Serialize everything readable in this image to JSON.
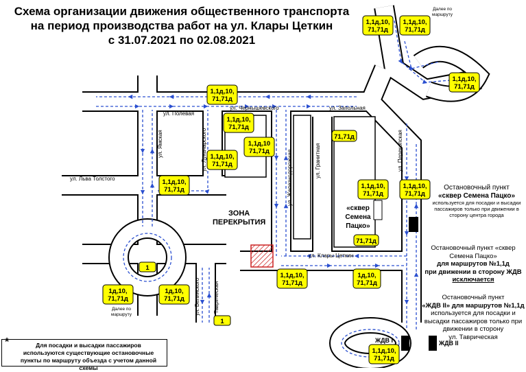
{
  "title": {
    "line1": "Схема организации движения общественного транспорта",
    "line2": "на период производства работ на ул. Клары Цеткин",
    "line3": "с 31.07.2021 по 02.08.2021"
  },
  "streets": {
    "poleva": "ул. Полевая",
    "chernyshevskogo": "ул. Чернышевского",
    "zapolnaya": "ул. Запольная",
    "yamskaya": "ул. Ямская",
    "lunacharskogo": "ул. Луначарского",
    "zheleznodorozhnaya": "ул. Железнодорожная",
    "granitnaya": "ул. Гранитная",
    "perekopskaya": "ул. Перекопская",
    "lva_tolstogo": "ул. Льва Толстого",
    "klary_tsetkin": "ул. Клары Цеткин",
    "belinskogo": "ул. Белинского",
    "tavricheskaya": "ул. Таврическая"
  },
  "routes": {
    "r_1_1d_10_71_71d": "1,1д,10, 71,71д",
    "r_1d_10_71_71d": "1д,10, 71,71д",
    "r_1_1d_10_71d": "1,1д,10 71,71д",
    "r_71_71d": "71,71д",
    "r_1": "1"
  },
  "labels": {
    "zona_line1": "ЗОНА",
    "zona_line2": "ПЕРЕКРЫТИЯ",
    "skver_line1": "«сквер",
    "skver_line2": "Семена",
    "skver_line3": "Пацко»",
    "dalee_line1": "Далее по",
    "dalee_line2": "маршруту",
    "zhdv1": "ЖДВ I",
    "zhdv2": "ЖДВ II"
  },
  "notes": {
    "n1_title": "Остановочный пункт",
    "n1_name": "«сквер Семена Пацко»",
    "n1_text": "используется для посадки и высадки пассажиров только при движении в сторону центра города",
    "n2_title": "Остановочный пункт «сквер Семена Пацко»",
    "n2_line2": "для маршрутов №1,1д",
    "n2_line3": "при движении в сторону ЖДВ",
    "n2_line4": "исключается",
    "n3_title": "Остановочный пункт",
    "n3_line2": "«ЖДВ II» для маршрутов №1,1д",
    "n3_text": "используется для посадки и высадки пассажиров только при движении в сторону",
    "n3_street": "ул. Таврическая"
  },
  "footnote": {
    "star": "*",
    "text": "Для посадки и высадки пассажиров используются существующие остановочные пункты по маршруту объезда с учетом данной схемы"
  },
  "colors": {
    "road_fill": "#ffffff",
    "road_outline": "#000000",
    "route": "#2a4fd0",
    "label_bg": "#ffff00",
    "zone": "#cc2222"
  }
}
